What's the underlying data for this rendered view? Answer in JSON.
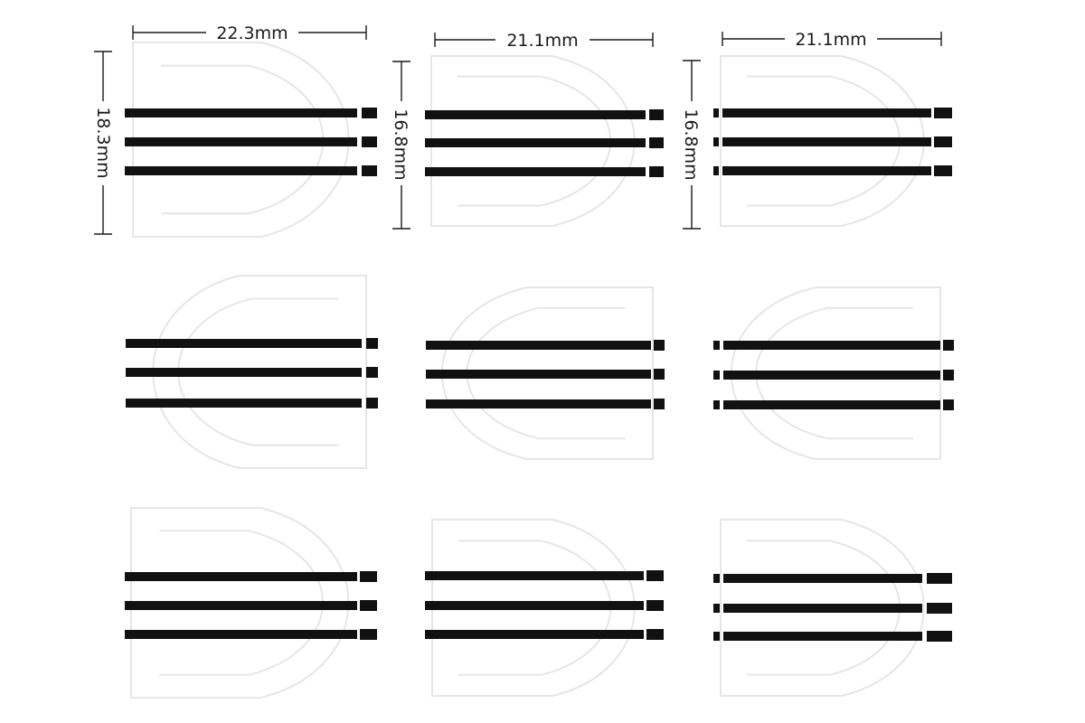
{
  "dimensions": {
    "width_1": "22.3mm",
    "width_2": "21.1mm",
    "width_3": "21.1mm",
    "height_1": "18.3mm",
    "height_2": "16.8mm",
    "height_3": "16.8mm"
  },
  "colors": {
    "stripe": "#111111",
    "dimension_line": "#1a1a1a",
    "guide_outline": "#e6e6e6",
    "background": "#ffffff"
  }
}
